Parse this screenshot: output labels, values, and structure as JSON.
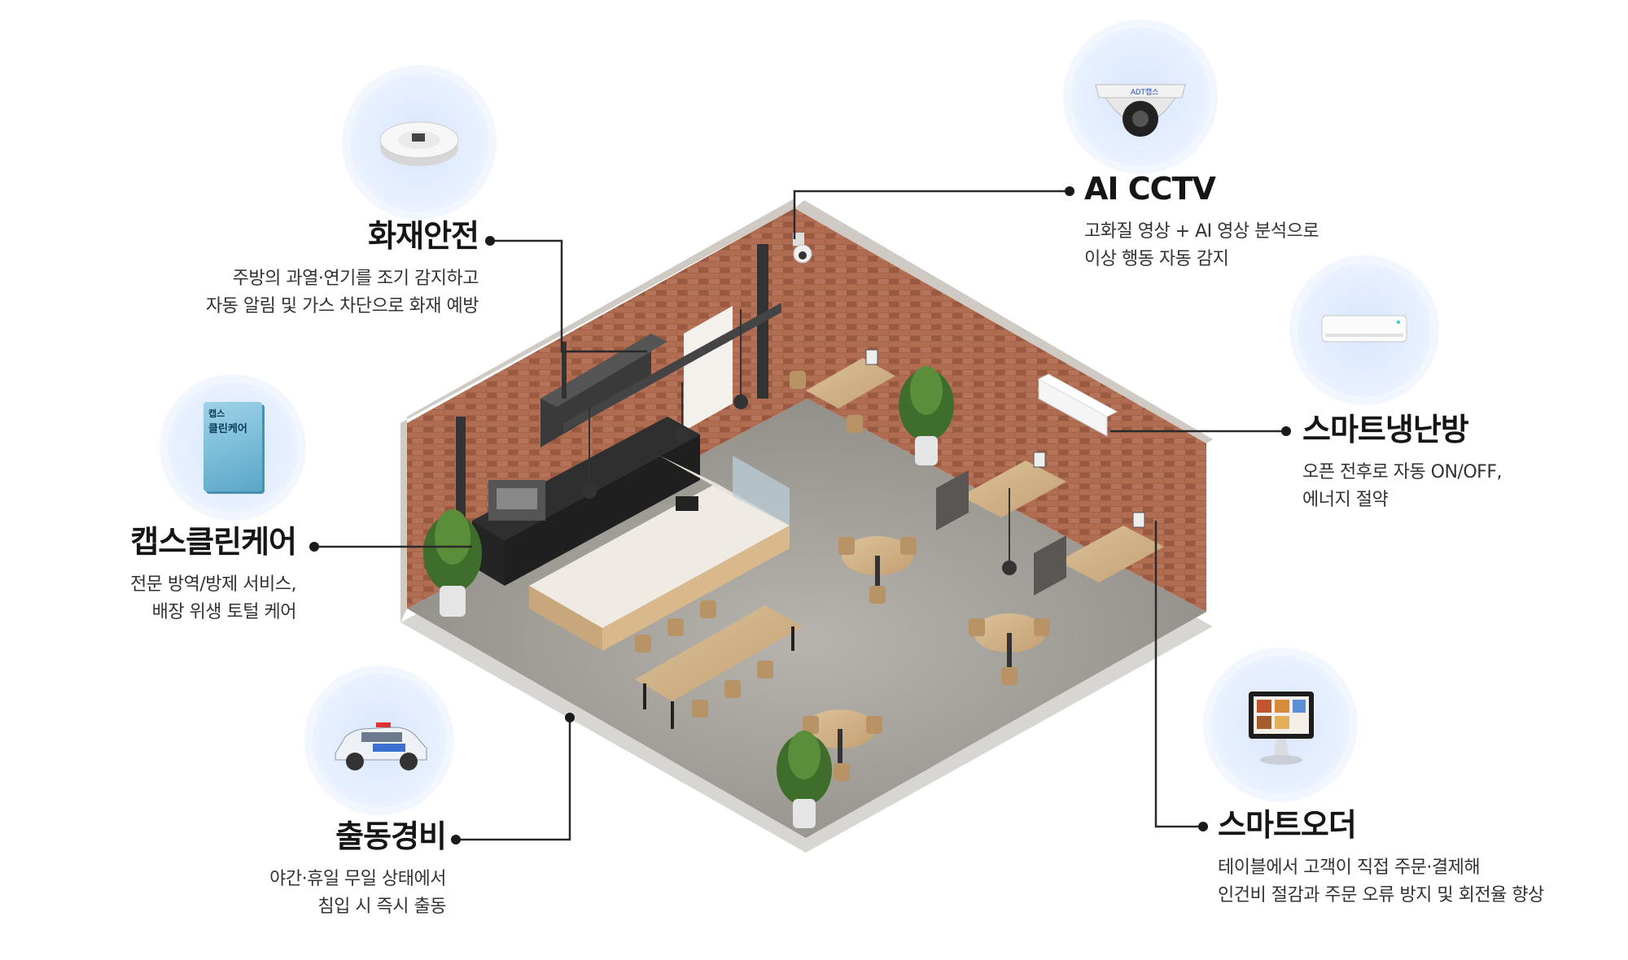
{
  "features": {
    "fire": {
      "title": "화재안전",
      "desc1": "주방의 과열·연기를 조기 감지하고",
      "desc2": "자동 알림 및 가스 차단으로 화재 예방"
    },
    "clean": {
      "title": "캡스클린케어",
      "desc1": "전문 방역/방제 서비스,",
      "desc2": "배장 위생 토털 케어",
      "product_line1": "캡스",
      "product_line2": "클린케어"
    },
    "guard": {
      "title": "출동경비",
      "desc1": "야간·휴일 무일 상태에서",
      "desc2": "침입 시 즉시 출동"
    },
    "cctv": {
      "title": "AI CCTV",
      "desc1": "고화질 영상 + AI 영상 분석으로",
      "desc2": "이상 행동 자동 감지",
      "brand": "ADT캡스"
    },
    "hvac": {
      "title": "스마트냉난방",
      "desc1": "오픈 전후로 자동 ON/OFF,",
      "desc2": "에너지 절약"
    },
    "order": {
      "title": "스마트오더",
      "desc1": "테이블에서 고객이 직접 주문·결제해",
      "desc2": "인건비 절감과 주문 오류 방지 및 회전율 향상"
    }
  },
  "colors": {
    "accent_circle": "#dce8ff",
    "line": "#2a2a2a",
    "brick": "#a5644a",
    "floor": "#a9a6a1",
    "wood": "#c9a77c"
  }
}
